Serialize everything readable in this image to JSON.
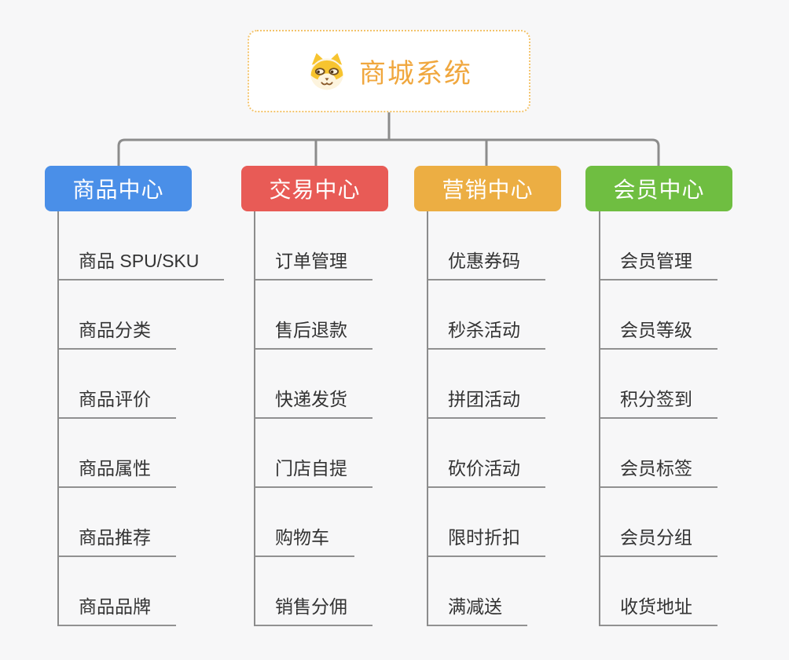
{
  "canvas": {
    "background": "#f7f7f8"
  },
  "connectors": {
    "color": "#8c8c8c"
  },
  "root": {
    "title": "商城系统",
    "icon": "shiba-dog-icon",
    "text_color": "#f0a73e",
    "border_color": "#f3c36b"
  },
  "branches": [
    {
      "label": "商品中心",
      "color": "#4a8fe8",
      "items": [
        "商品 SPU/SKU",
        "商品分类",
        "商品评价",
        "商品属性",
        "商品推荐",
        "商品品牌"
      ]
    },
    {
      "label": "交易中心",
      "color": "#e85b56",
      "items": [
        "订单管理",
        "售后退款",
        "快递发货",
        "门店自提",
        "购物车",
        "销售分佣"
      ]
    },
    {
      "label": "营销中心",
      "color": "#ecae43",
      "items": [
        "优惠券码",
        "秒杀活动",
        "拼团活动",
        "砍价活动",
        "限时折扣",
        "满减送"
      ]
    },
    {
      "label": "会员中心",
      "color": "#6fbe41",
      "items": [
        "会员管理",
        "会员等级",
        "积分签到",
        "会员标签",
        "会员分组",
        "收货地址"
      ]
    }
  ]
}
